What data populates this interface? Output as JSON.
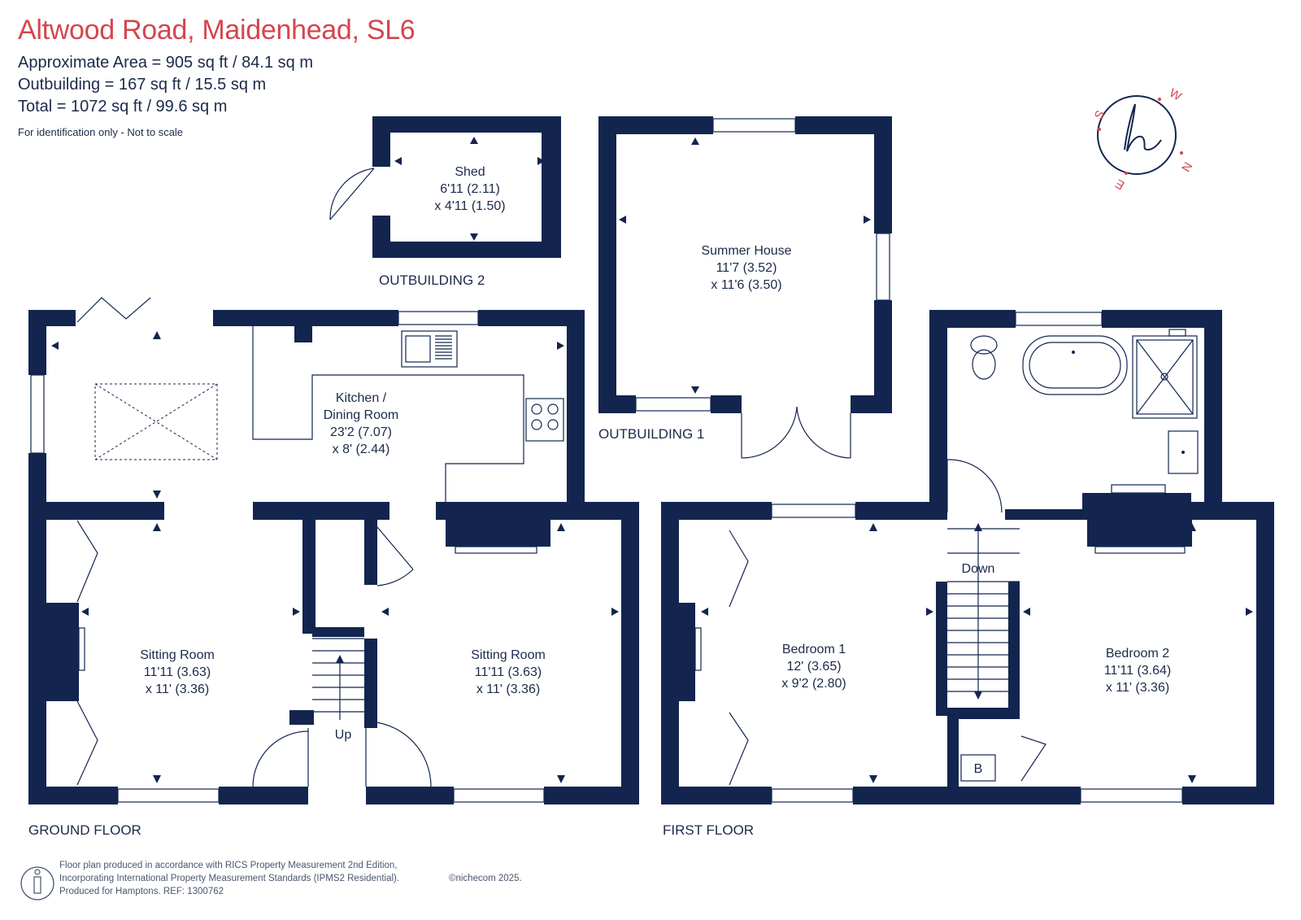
{
  "header": {
    "title": "Altwood Road, Maidenhead, SL6",
    "area_lines": [
      "Approximate Area = 905 sq ft / 84.1 sq m",
      "Outbuilding = 167 sq ft / 15.5 sq m",
      "Total = 1072 sq ft / 99.6 sq m"
    ],
    "note": "For identification only - Not to scale"
  },
  "compass": {
    "letters": [
      "S",
      "W",
      "N",
      "E"
    ],
    "logo": "h"
  },
  "rooms": {
    "shed": {
      "name": "Shed",
      "dim1": "6'11 (2.11)",
      "dim2": "x 4'11 (1.50)"
    },
    "summer_house": {
      "name": "Summer House",
      "dim1": "11'7 (3.52)",
      "dim2": "x 11'6 (3.50)"
    },
    "kitchen": {
      "name1": "Kitchen /",
      "name2": "Dining Room",
      "dim1": "23'2 (7.07)",
      "dim2": "x 8' (2.44)"
    },
    "sitting_left": {
      "name": "Sitting Room",
      "dim1": "11'11 (3.63)",
      "dim2": "x 11' (3.36)"
    },
    "sitting_right": {
      "name": "Sitting Room",
      "dim1": "11'11 (3.63)",
      "dim2": "x 11' (3.36)"
    },
    "bedroom1": {
      "name": "Bedroom 1",
      "dim1": "12' (3.65)",
      "dim2": "x 9'2 (2.80)"
    },
    "bedroom2": {
      "name": "Bedroom 2",
      "dim1": "11'11 (3.64)",
      "dim2": "x 11' (3.36)"
    }
  },
  "labels": {
    "outbuilding2": "OUTBUILDING 2",
    "outbuilding1": "OUTBUILDING 1",
    "ground_floor": "GROUND FLOOR",
    "first_floor": "FIRST FLOOR",
    "stairs_up": "Up",
    "stairs_down": "Down",
    "boiler": "B"
  },
  "footer": {
    "lines": [
      "Floor plan produced in accordance with RICS Property Measurement 2nd Edition,",
      "Incorporating International Property Measurement Standards (IPMS2 Residential).",
      "Produced for Hamptons.   REF: 1300762"
    ],
    "copyright": "©nichecom 2025."
  },
  "colors": {
    "title": "#d4464e",
    "wall": "#13254f",
    "text": "#1b2a4a"
  }
}
